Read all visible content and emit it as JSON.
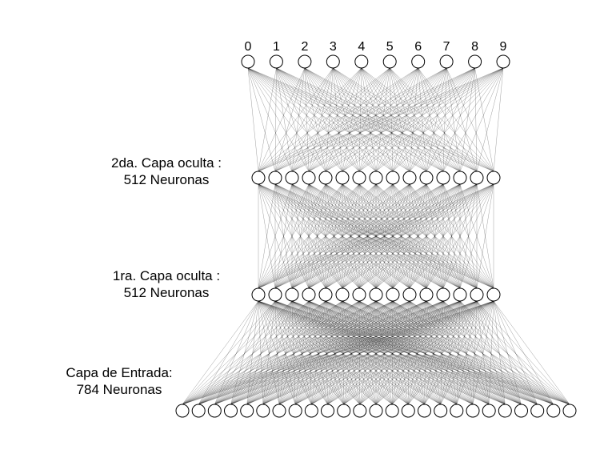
{
  "output_layer": {
    "node_labels": [
      "0",
      "1",
      "2",
      "3",
      "4",
      "5",
      "6",
      "7",
      "8",
      "9"
    ]
  },
  "hidden_layer_2": {
    "label_line1": "2da. Capa oculta :",
    "label_line2": "512 Neuronas"
  },
  "hidden_layer_1": {
    "label_line1": "1ra. Capa oculta :",
    "label_line2": "512 Neuronas"
  },
  "input_layer": {
    "label_line1": "Capa de Entrada:",
    "label_line2": "784 Neuronas"
  },
  "colors": {
    "node_fill": "#ffffff",
    "node_stroke": "#000000",
    "edge": "#000000"
  }
}
